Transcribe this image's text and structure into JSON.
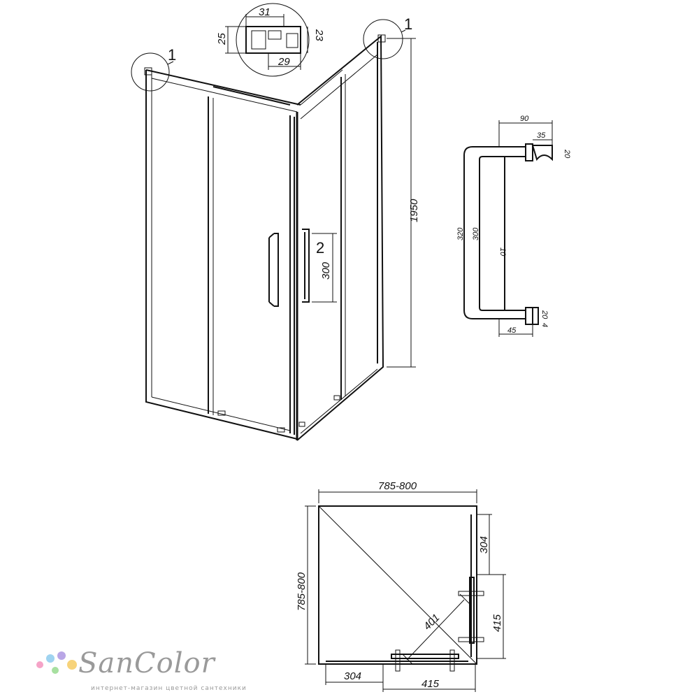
{
  "drawing": {
    "callouts": {
      "profile_corner": "1",
      "handle": "2"
    },
    "profile_detail": {
      "top": "31",
      "bottom": "29",
      "left": "25",
      "right": "23"
    },
    "enclosure": {
      "height": "1950",
      "handle_length": "300"
    },
    "handle_detail": {
      "width": "90",
      "bracket": "35",
      "bracket_height_top": "20",
      "total_height": "320",
      "inner_height": "300",
      "bar": "10",
      "bracket_height_bottom": "20",
      "offset": "4",
      "base": "45"
    },
    "plan": {
      "width": "785-800",
      "depth": "785-800",
      "door_right": "304",
      "panel_right": "415",
      "door_bottom": "304",
      "panel_bottom": "415",
      "diagonal": "401"
    }
  },
  "brand": {
    "name": "SanColor",
    "tagline": "интернет-магазин цветной сантехники",
    "dot_colors": [
      "#f5a3c7",
      "#9fd3f0",
      "#b9a6e6",
      "#f7d37a",
      "#a7e0a0"
    ]
  }
}
